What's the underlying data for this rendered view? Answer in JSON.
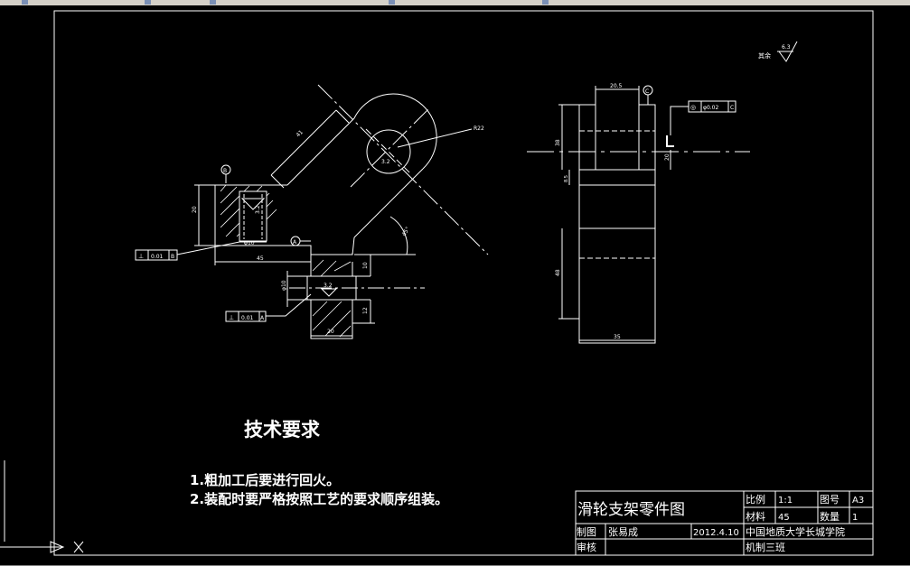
{
  "drawing": {
    "tech_title": "技术要求",
    "notes": [
      "1.粗加工后要进行回火。",
      "2.装配时要严格按照工艺的要求顺序组装。"
    ],
    "roughness_label": "其余",
    "roughness_value": "6.3"
  },
  "dimensions": {
    "d41": "41",
    "r22": "R22",
    "d20_left": "20",
    "d45": "45",
    "d10a": "10",
    "d10b": "10",
    "d12": "12",
    "d20_bottom": "20",
    "d45deg": "45°",
    "phi10": "φ10",
    "d20_5": "20.5",
    "d38": "38",
    "d8_5": "8.5",
    "d20_right": "20",
    "d48": "48",
    "d35": "35",
    "r32_a": "3.2",
    "r32_b": "3.2",
    "r32_c": "3.2",
    "phi_small": "φ10"
  },
  "tolerances": {
    "perp_b": {
      "symbol": "⊥",
      "value": "0.01",
      "datum": "B"
    },
    "perp_a": {
      "symbol": "⊥",
      "value": "0.01",
      "datum": "A"
    },
    "conc_c": {
      "symbol": "◎",
      "value": "φ0.02",
      "datum": "C"
    },
    "datum_b": "B",
    "datum_a": "A",
    "datum_c": "C"
  },
  "title_block": {
    "part_name": "滑轮支架零件图",
    "scale_label": "比例",
    "scale_value": "1:1",
    "drawing_no_label": "图号",
    "drawing_no_value": "A3",
    "material_label": "材料",
    "material_value": "45",
    "quantity_label": "数量",
    "quantity_value": "1",
    "drawn_label": "制图",
    "drawn_by": "张易成",
    "date": "2012.4.10",
    "school": "中国地质大学长城学院",
    "review_label": "审核",
    "class": "机制三班"
  },
  "colors": {
    "line": "#ffffff",
    "background": "#000000",
    "toolbar": "#d4d0c8"
  }
}
